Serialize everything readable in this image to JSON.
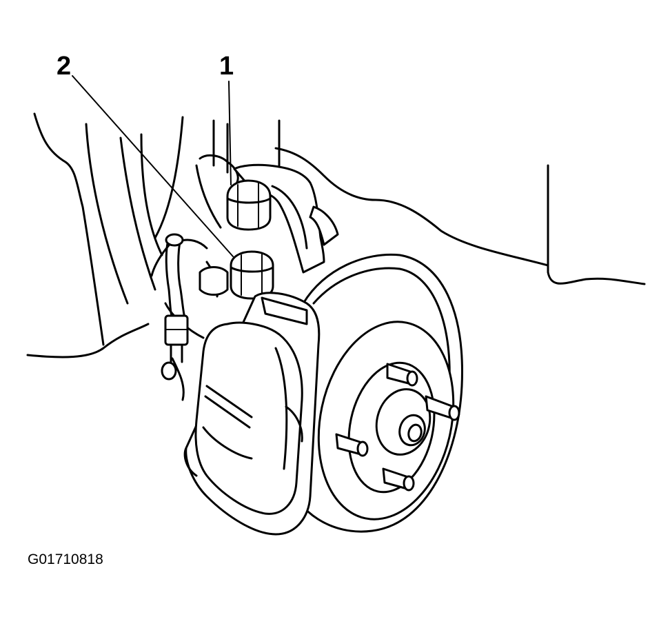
{
  "callouts": [
    {
      "id": "1",
      "label": "1"
    },
    {
      "id": "2",
      "label": "2"
    }
  ],
  "figure_code": "G01710818"
}
